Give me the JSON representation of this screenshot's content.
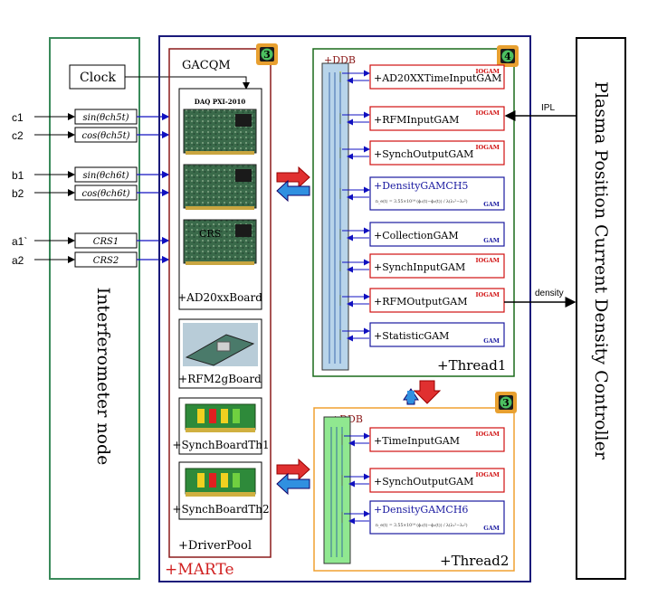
{
  "interferometer": {
    "title": "Interferometer node",
    "inputs": [
      "c1",
      "c2",
      "b1",
      "b2",
      "a1`",
      "a2"
    ],
    "signal_boxes": [
      "sin(θch5t)",
      "cos(θch5t)",
      "sin(θch6t)",
      "cos(θch6t)",
      "CRS1",
      "CRS2"
    ],
    "clock": "Clock"
  },
  "marte": {
    "title": "+MARTe",
    "driver_pool": {
      "title": "+DriverPool",
      "gacqm": "GACQM",
      "daq_title": "DAQ PXI-2010",
      "crs_label": "CRS",
      "boards": [
        "+AD20xxBoard",
        "+RFM2gBoard",
        "+SynchBoardTh1",
        "+SynchBoardTh2"
      ],
      "badge": "3"
    },
    "thread1": {
      "title": "+Thread1",
      "ddb": "+DDB",
      "badge": "4",
      "gams": [
        {
          "name": "+AD20XXTimeInputGAM",
          "type": "IOGAM"
        },
        {
          "name": "+RFMInputGAM",
          "type": "IOGAM"
        },
        {
          "name": "+SynchOutputGAM",
          "type": "IOGAM"
        },
        {
          "name": "+DensityGAMCH5",
          "type": "GAM",
          "formula": "n_e(t) = 3.55×10¹⁴ (ϕ₁(t)−ϕ₂(t)) / λ(λ₁²−λ₂²)"
        },
        {
          "name": "+CollectionGAM",
          "type": "GAM"
        },
        {
          "name": "+SynchInputGAM",
          "type": "IOGAM"
        },
        {
          "name": "+RFMOutputGAM",
          "type": "IOGAM"
        },
        {
          "name": "+StatisticGAM",
          "type": "GAM"
        }
      ]
    },
    "thread2": {
      "title": "+Thread2",
      "ddb": "+DDB",
      "badge": "3",
      "gams": [
        {
          "name": "+TimeInputGAM",
          "type": "IOGAM"
        },
        {
          "name": "+SynchOutputGAM",
          "type": "IOGAM"
        },
        {
          "name": "+DensityGAMCH6",
          "type": "GAM",
          "formula": "n_e(t) = 3.55×10¹⁴ (ϕ₁(t)−ϕ₂(t)) / λ(λ₁²−λ₂²)"
        }
      ]
    }
  },
  "controller": {
    "title": "Plasma Position Current Density Controller",
    "ipl": "IPL",
    "density": "density"
  },
  "colors": {
    "green": "#3a8a5a",
    "navy": "#1a1a7a",
    "darkred": "#8b1a1a",
    "iogam": "#d01010",
    "gam": "#1a1aa0",
    "ddb1": "#b8d4ea",
    "ddb2": "#90e890",
    "thread1": "#1a6a1a",
    "thread2": "#f0a030"
  }
}
